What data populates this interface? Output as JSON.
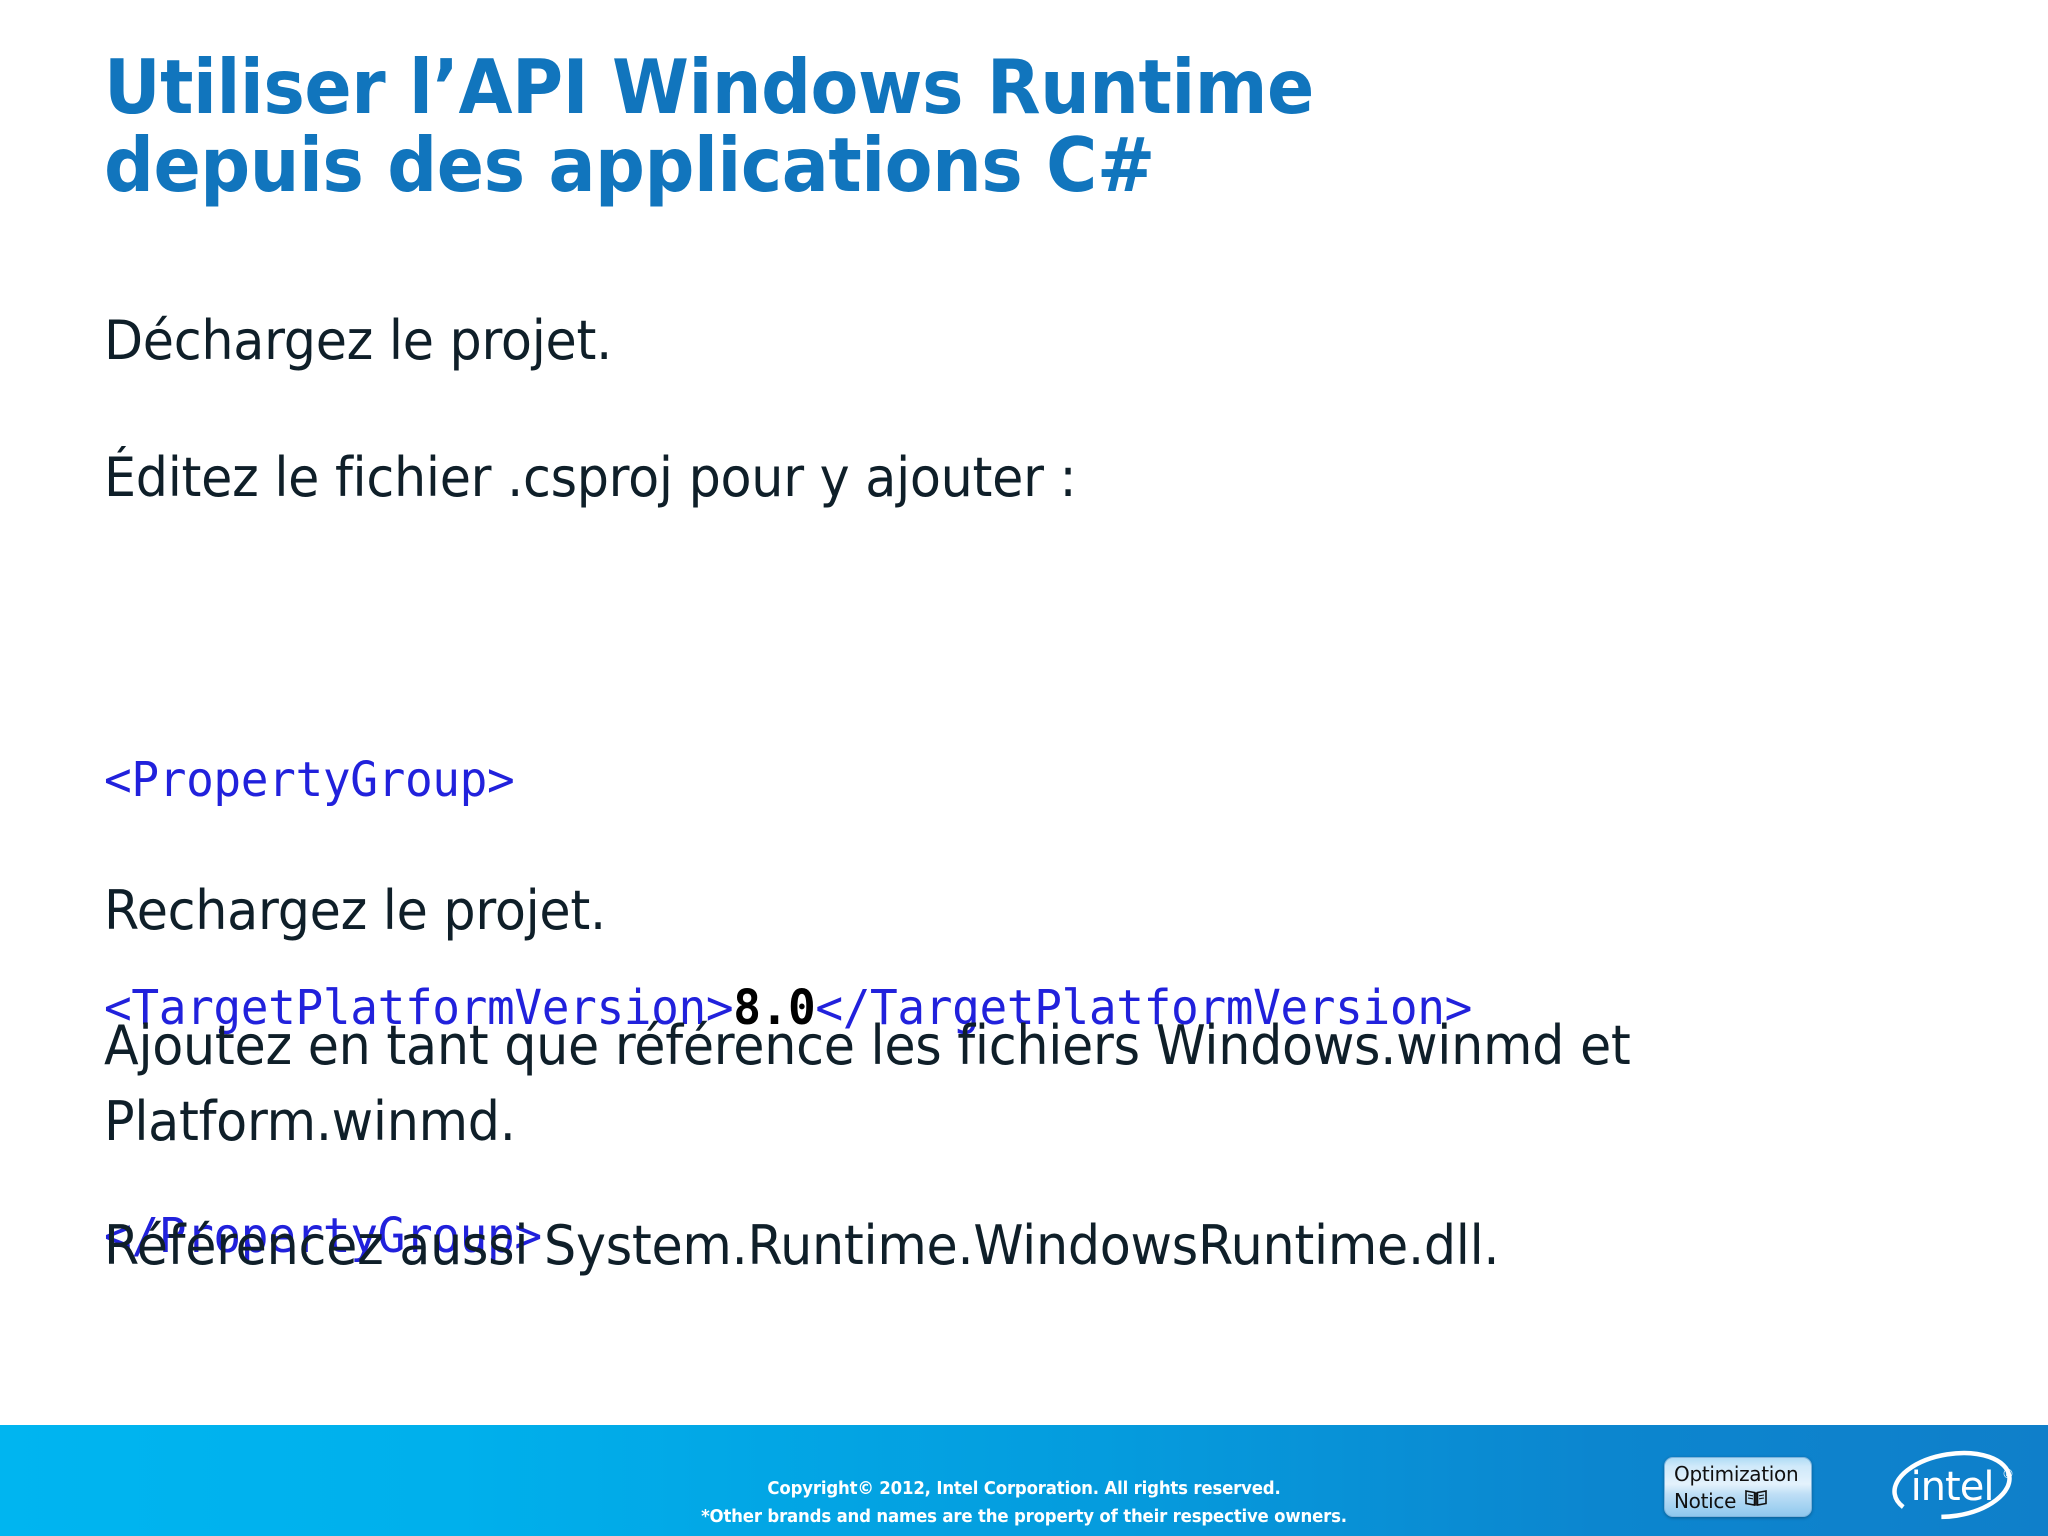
{
  "slide": {
    "background_color": "#FFFFFF",
    "title": {
      "color": "#1175BD",
      "line1": "Utiliser l’API Windows Runtime",
      "line2": "depuis des applications C#"
    },
    "body": {
      "text_color": "#0F1F29",
      "line1": "Déchargez le projet.",
      "line2": "Éditez le fichier .csproj pour y ajouter :",
      "line3": "Rechargez le projet.",
      "line4": "Ajoutez en tant que référence les fichiers Windows.winmd et Platform.winmd.",
      "line5": "Référencez aussi System.Runtime.WindowsRuntime.dll."
    },
    "code": {
      "color": "#2121DC",
      "value_color": "#000000",
      "line1": "<PropertyGroup>",
      "line2_prefix": "<TargetPlatformVersion>",
      "line2_value": "8.0",
      "line2_suffix": "</TargetPlatformVersion>",
      "line3": "</PropertyGroup>"
    }
  },
  "footer": {
    "gradient_from": "#00B5F0",
    "gradient_to": "#0F7FCA",
    "copyright_line1": "Copyright© 2012, Intel Corporation. All rights reserved.",
    "copyright_line2": "*Other brands and names are the property of their respective owners.",
    "optimization_notice": {
      "line1": "Optimization",
      "line2": "Notice",
      "icon": "book-icon"
    },
    "logo": {
      "text": "intel",
      "trademark": "®"
    }
  }
}
